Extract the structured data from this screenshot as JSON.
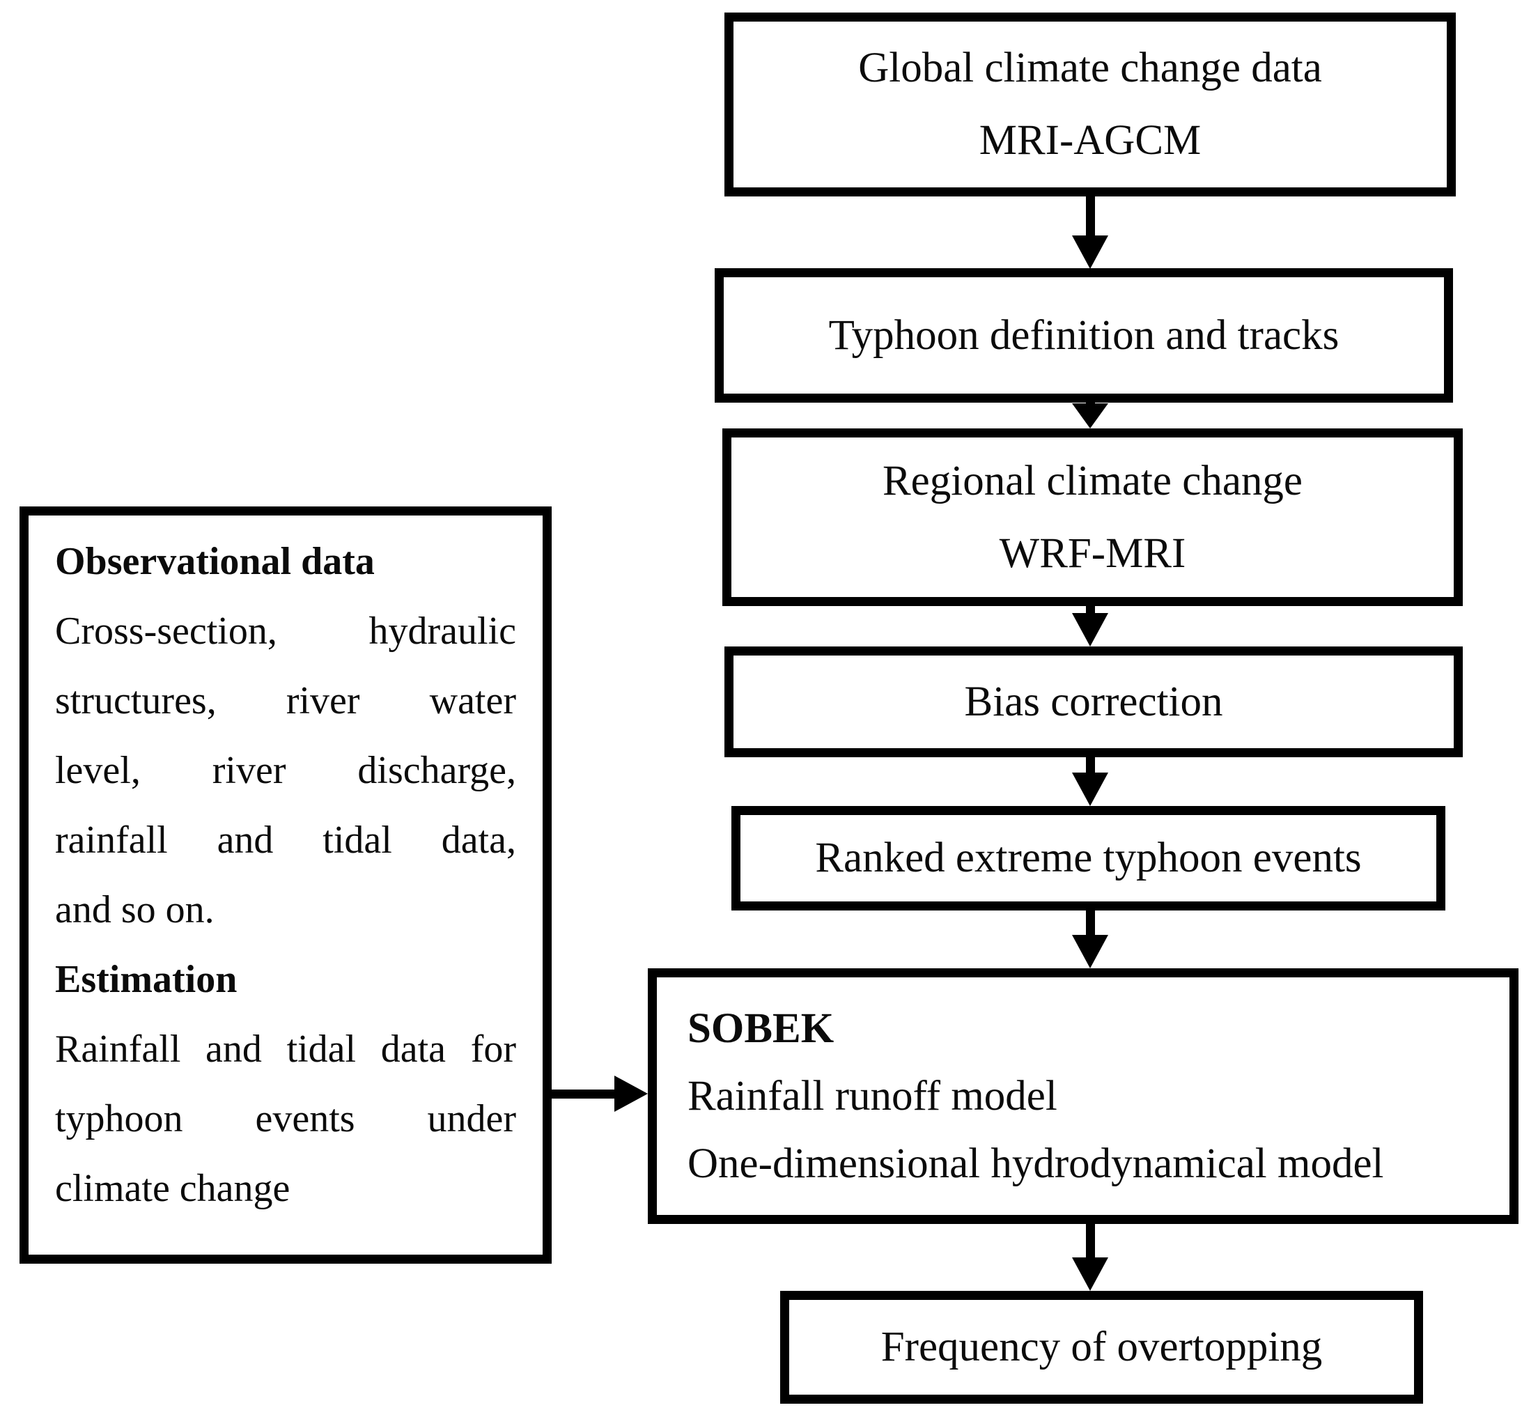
{
  "figure": {
    "left_box": {
      "lines": [
        {
          "style": "bold",
          "words": [
            "Observational data"
          ]
        },
        {
          "style": "justify",
          "words": [
            "Cross-section,",
            "hydraulic"
          ]
        },
        {
          "style": "justify",
          "words": [
            "structures,",
            "river",
            "water"
          ]
        },
        {
          "style": "justify",
          "words": [
            "level,",
            "river",
            "discharge,"
          ]
        },
        {
          "style": "justify",
          "words": [
            "rainfall",
            "and",
            "tidal",
            "data,"
          ]
        },
        {
          "style": "plain",
          "words": [
            "and",
            "so",
            "on."
          ]
        },
        {
          "style": "bold",
          "words": [
            "Estimation"
          ]
        },
        {
          "style": "justify",
          "words": [
            "Rainfall",
            "and",
            "tidal",
            "data",
            "for"
          ]
        },
        {
          "style": "justify",
          "words": [
            "typhoon",
            "events",
            "under"
          ]
        },
        {
          "style": "plain",
          "words": [
            "climate",
            "change"
          ]
        }
      ]
    },
    "flow": {
      "box1_line1": "Global climate change data",
      "box1_line2": "MRI-AGCM",
      "box2": "Typhoon definition and tracks",
      "box3_line1": "Regional climate change",
      "box3_line2": "WRF-MRI",
      "box4": "Bias correction",
      "box5": "Ranked extreme typhoon events",
      "sobek_line1": "SOBEK",
      "sobek_line2": "Rainfall runoff model",
      "sobek_line3": "One-dimensional hydrodynamical model",
      "box7": "Frequency of overtopping"
    },
    "colors": {
      "ink": "#000000",
      "background": "#ffffff"
    }
  }
}
